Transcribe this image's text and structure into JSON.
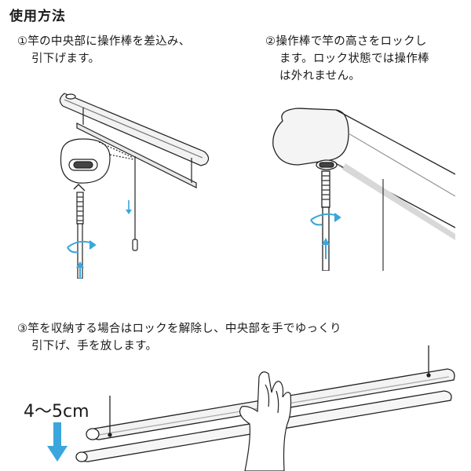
{
  "page_title": "使用方法",
  "steps": [
    {
      "number": "①",
      "line1": "竿の中央部に操作棒を差込み、",
      "line2": "引下げます。"
    },
    {
      "number": "②",
      "line1": "操作棒で竿の高さをロックし",
      "line2": "ます。ロック状態では操作棒",
      "line3": "は外れません。"
    },
    {
      "number": "③",
      "line1": "竿を収納する場合はロックを解除し、中央部を手でゆっくり",
      "line2": "引下げ、手を放します。"
    }
  ],
  "measurement_label": "4〜5cm",
  "colors": {
    "arrow_blue": "#3aa6dc",
    "rail_fill": "#f1f1f1",
    "rail_shadow": "#d4d4d4",
    "stroke": "#222222"
  },
  "icons": [
    "rotation-arrow-icon",
    "up-arrow-icon",
    "down-arrow-icon",
    "hand-illustration"
  ]
}
